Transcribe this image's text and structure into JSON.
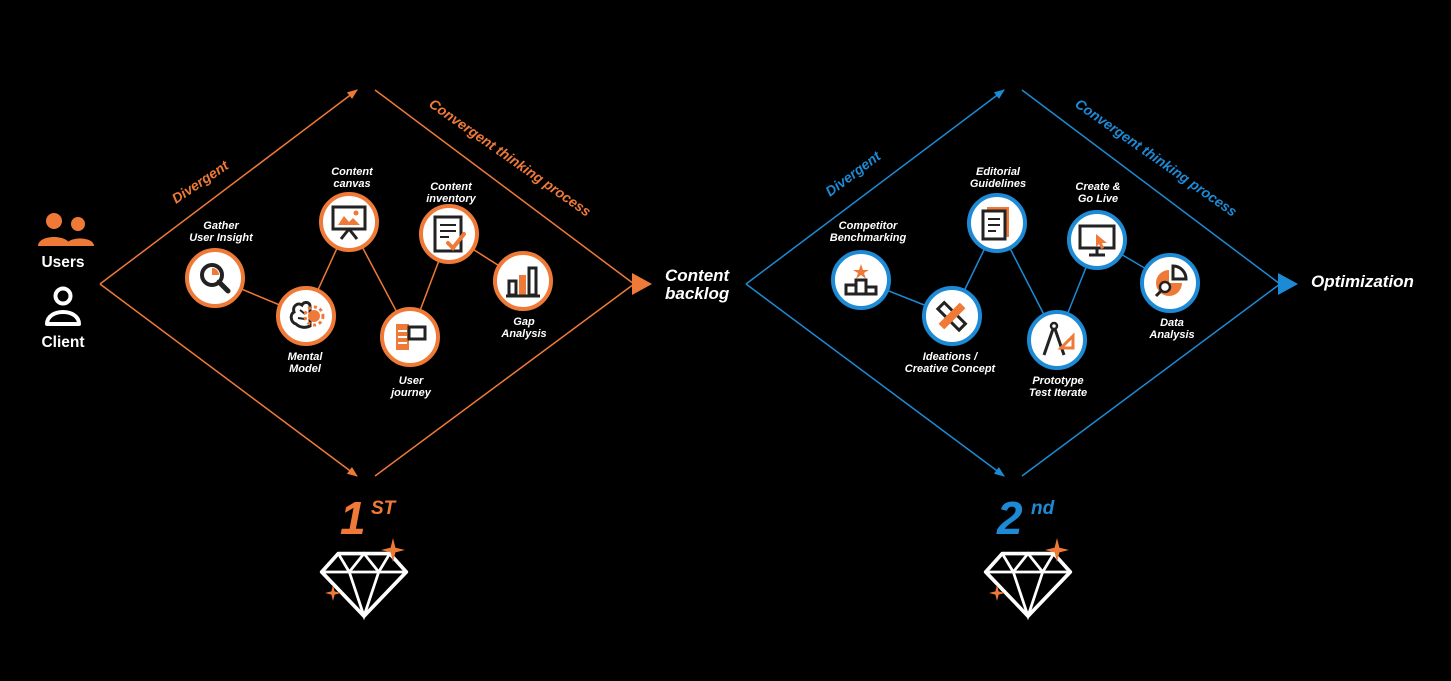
{
  "colors": {
    "orange": "#ef7a37",
    "blue": "#1d8ad6",
    "white": "#ffffff",
    "background": "#000000"
  },
  "actors": [
    {
      "label": "Users",
      "icon": "users-icon",
      "color": "#ef7a37"
    },
    {
      "label": "Client",
      "icon": "user-icon",
      "color": "#ffffff"
    }
  ],
  "diamond1": {
    "divergent_label": "Divergent",
    "convergent_label": "Convergent thinking process",
    "output_label": [
      "Content",
      "backlog"
    ],
    "rank": "1",
    "rank_suffix": "ST",
    "accent": "#ef7a37",
    "nodes": [
      {
        "lines": [
          "Gather",
          "User Insight"
        ],
        "icon": "magnifier-icon"
      },
      {
        "lines": [
          "Mental",
          "Model"
        ],
        "icon": "brain-gear-icon"
      },
      {
        "lines": [
          "Content",
          "canvas"
        ],
        "icon": "presentation-board-icon"
      },
      {
        "lines": [
          "User",
          "journey"
        ],
        "icon": "signpost-icon"
      },
      {
        "lines": [
          "Content",
          "inventory"
        ],
        "icon": "checklist-icon"
      },
      {
        "lines": [
          "Gap",
          "Analysis"
        ],
        "icon": "bar-chart-icon"
      }
    ]
  },
  "diamond2": {
    "divergent_label": "Divergent",
    "convergent_label": "Convergent thinking process",
    "output_label": [
      "Optimization"
    ],
    "rank": "2",
    "rank_suffix": "nd",
    "accent": "#1d8ad6",
    "nodes": [
      {
        "lines": [
          "Competitor",
          "Benchmarking"
        ],
        "icon": "podium-icon"
      },
      {
        "lines": [
          "Ideations /",
          "Creative Concept"
        ],
        "icon": "pencil-ruler-icon"
      },
      {
        "lines": [
          "Editorial",
          "Guidelines"
        ],
        "icon": "document-icon"
      },
      {
        "lines": [
          "Prototype",
          "Test Iterate"
        ],
        "icon": "compass-icon"
      },
      {
        "lines": [
          "Create &",
          "Go Live"
        ],
        "icon": "monitor-icon"
      },
      {
        "lines": [
          "Data",
          "Analysis"
        ],
        "icon": "pie-search-icon"
      }
    ]
  }
}
